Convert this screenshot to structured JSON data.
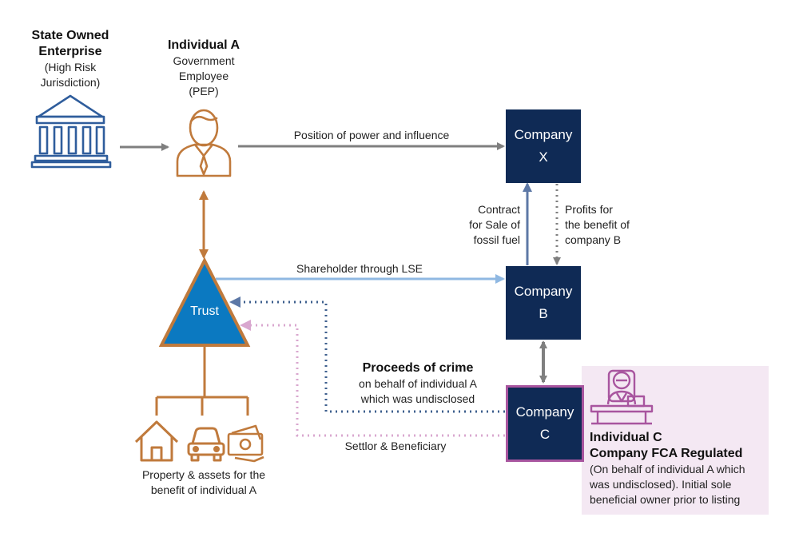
{
  "state_enterprise": {
    "title_1": "State Owned",
    "title_2": "Enterprise",
    "sub_1": "(High Risk",
    "sub_2": "Jurisdiction)"
  },
  "individual_a": {
    "title": "Individual A",
    "line_1": "Government",
    "line_2": "Employee",
    "line_3": "(PEP)"
  },
  "company_x": {
    "line_1": "Company",
    "line_2": "X"
  },
  "company_b": {
    "line_1": "Company",
    "line_2": "B"
  },
  "company_c": {
    "line_1": "Company",
    "line_2": "C"
  },
  "trust": {
    "label": "Trust"
  },
  "edges": {
    "power": "Position of power and influence",
    "shareholder": "Shareholder through LSE",
    "contract_1": "Contract",
    "contract_2": "for Sale of",
    "contract_3": "fossil fuel",
    "profits_1": "Profits for",
    "profits_2": "the benefit of",
    "profits_3": "company B",
    "proceeds_title": "Proceeds of crime",
    "proceeds_1": "on behalf of individual A",
    "proceeds_2": "which was undisclosed",
    "settlor": "Settlor & Beneficiary"
  },
  "assets": {
    "line_1": "Property & assets for the",
    "line_2": "benefit of individual A"
  },
  "individual_c": {
    "title_1": "Individual C",
    "title_2": "Company FCA Regulated",
    "desc_1": "(On behalf of individual A which",
    "desc_2": "was undisclosed). Initial sole",
    "desc_3": "beneficial owner prior to listing"
  },
  "icons": [
    "bank-building-icon",
    "businessman-icon",
    "house-icon",
    "car-icon",
    "money-icon",
    "person-at-desk-icon"
  ],
  "colors": {
    "navy": "#0f2a55",
    "orange": "#c07a3c",
    "bank_blue": "#2f5d9c",
    "grey": "#7f7f7f",
    "light_blue": "#8fb8e2",
    "steel_blue": "#5d78a6",
    "dotted_blue": "#3e5f8e",
    "pink": "#d9a7cf",
    "purple": "#a8559f",
    "panel_pink": "#f4e8f3",
    "trust_blue": "#0b79c1"
  }
}
